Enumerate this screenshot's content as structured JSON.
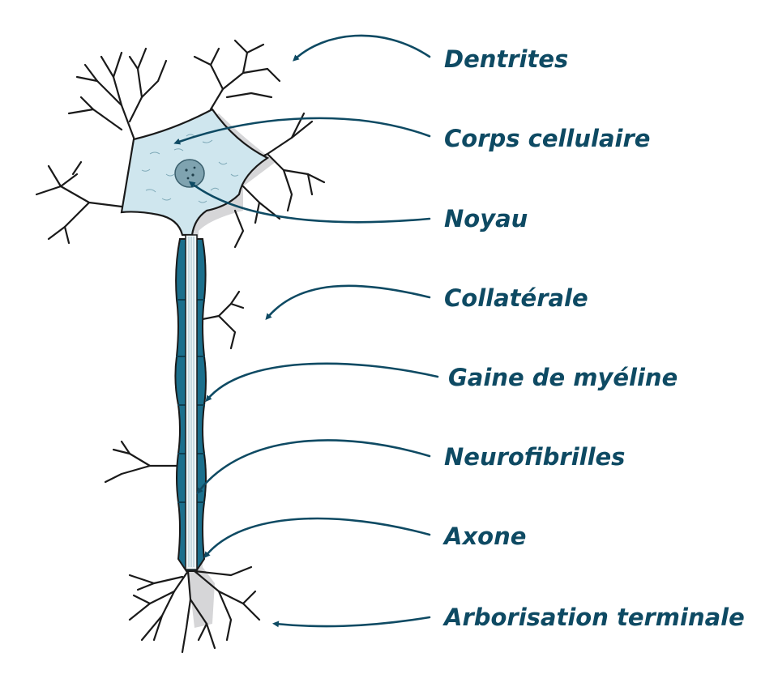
{
  "diagram": {
    "accent_color": "#0e4a63",
    "myelin_color": "#1b6f8c",
    "cell_body_color": "#cfe6ee",
    "labels": [
      {
        "id": "dendrites",
        "text": "Dentrites"
      },
      {
        "id": "cell-body",
        "text": "Corps cellulaire"
      },
      {
        "id": "nucleus",
        "text": "Noyau"
      },
      {
        "id": "collateral",
        "text": "Collatérale"
      },
      {
        "id": "myelin",
        "text": "Gaine de myéline"
      },
      {
        "id": "neurofibrils",
        "text": "Neurofibrilles"
      },
      {
        "id": "axon",
        "text": "Axone"
      },
      {
        "id": "terminal",
        "text": "Arborisation terminale"
      }
    ]
  }
}
